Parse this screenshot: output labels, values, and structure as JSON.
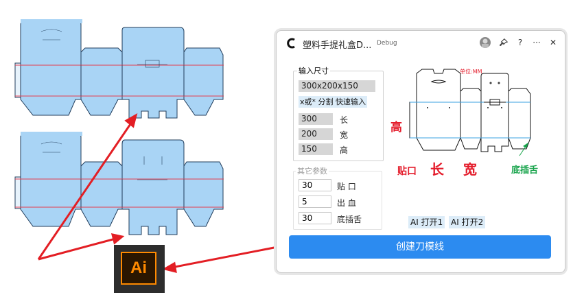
{
  "dialog": {
    "title": "塑料手提礼盒D...",
    "debug_tag": "Debug",
    "help_label": "?",
    "more_label": "···",
    "close_label": "✕",
    "pin_icon": "pin-icon"
  },
  "input_group": {
    "title": "输入尺寸",
    "dims_value": "300x200x150",
    "hint": "x或* 分割 快速输入",
    "length_value": "300",
    "length_label": "长",
    "width_value": "200",
    "width_label": "宽",
    "height_value": "150",
    "height_label": "高"
  },
  "other_group": {
    "title": "其它参数",
    "glue_value": "30",
    "glue_label": "贴  口",
    "bleed_value": "5",
    "bleed_label": "出  血",
    "tuck_value": "30",
    "tuck_label": "底插舌"
  },
  "preview": {
    "unit": "单位:MM",
    "height": "高",
    "glue": "贴口",
    "length": "长",
    "width": "宽",
    "tuck": "底插舌"
  },
  "buttons": {
    "ai_open_1": "AI 打开1",
    "ai_open_2": "AI 打开2",
    "create": "创建刀模线"
  },
  "ai_app": {
    "label": "Ai"
  },
  "colors": {
    "accent": "#2c8bf0",
    "fill": "#a9d4f5",
    "arrow": "#e31e24",
    "ai_orange": "#ff8a00"
  }
}
